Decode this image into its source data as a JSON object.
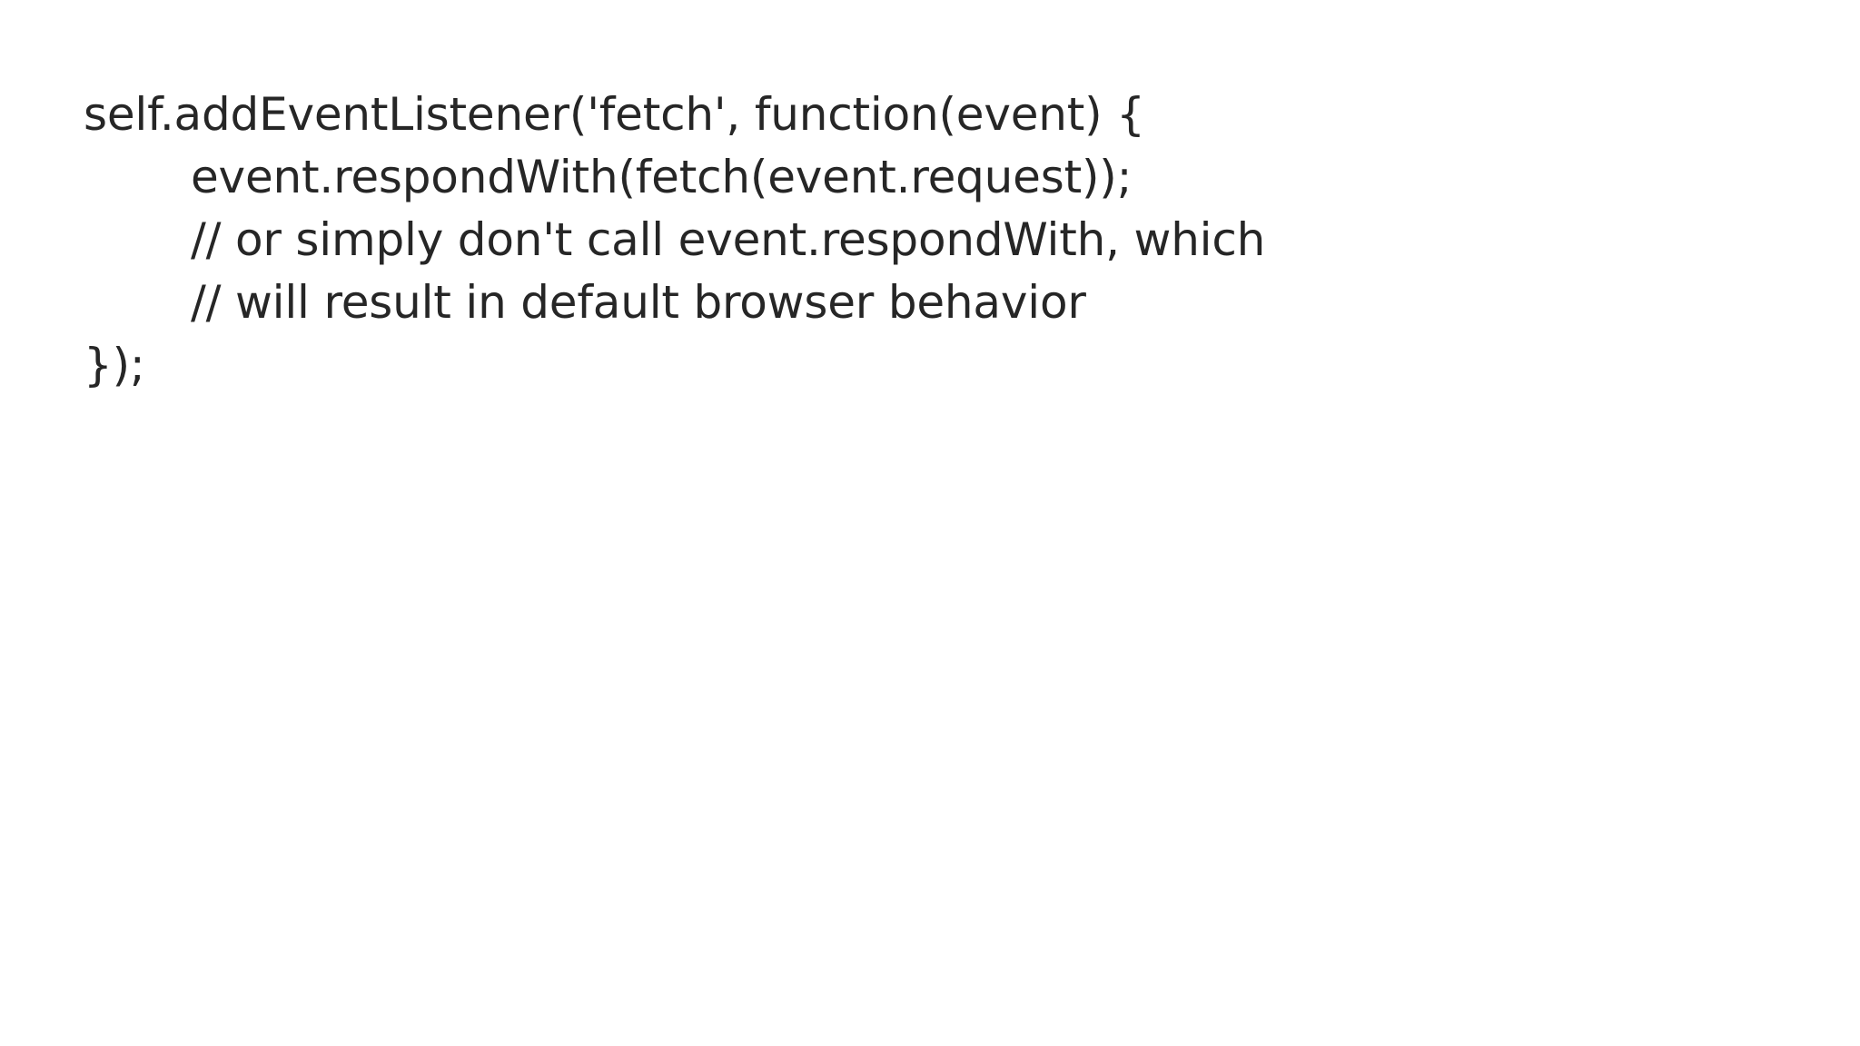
{
  "slide": {
    "background_color": "#ffffff",
    "text_color": "#262626"
  },
  "code_snippet": {
    "language": "javascript",
    "lines": [
      {
        "text": "self.addEventListener('fetch', function(event) {",
        "indent": 0
      },
      {
        "text": "event.respondWith(fetch(event.request));",
        "indent": 1
      },
      {
        "text": "// or simply don't call event.respondWith, which",
        "indent": 1
      },
      {
        "text": "// will result in default browser behavior",
        "indent": 1
      },
      {
        "text": "});",
        "indent": 0
      }
    ]
  }
}
